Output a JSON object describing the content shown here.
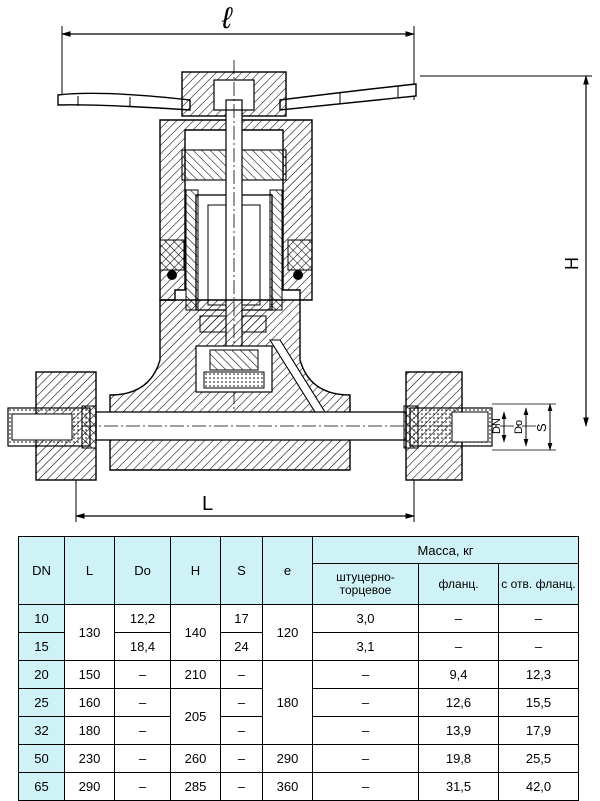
{
  "drawing": {
    "labels": {
      "width_dim": "ℓ",
      "length_dim": "L",
      "height_dim": "H",
      "dn_dim": "DN",
      "do_dim": "Do",
      "s_dim": "S"
    },
    "colors": {
      "line": "#000000",
      "hatch": "#000000",
      "background": "#ffffff",
      "header_fill": "#cff2f7"
    }
  },
  "table": {
    "headers": {
      "dn": "DN",
      "l": "L",
      "do": "Do",
      "h": "H",
      "s": "S",
      "e": "e",
      "mass": "Масса, кг",
      "mass_sub1": "штуцерно-торцевое",
      "mass_sub2": "фланц.",
      "mass_sub3": "с отв. фланц."
    },
    "rows": [
      {
        "dn": "10",
        "l": "130",
        "do": "12,2",
        "h": "140",
        "s": "17",
        "e": "120",
        "m1": "3,0",
        "m2": "–",
        "m3": "–"
      },
      {
        "dn": "15",
        "l": "",
        "do": "18,4",
        "h": "",
        "s": "24",
        "e": "",
        "m1": "3,1",
        "m2": "–",
        "m3": "–"
      },
      {
        "dn": "20",
        "l": "150",
        "do": "–",
        "h": "210",
        "s": "–",
        "e": "",
        "m1": "–",
        "m2": "9,4",
        "m3": "12,3"
      },
      {
        "dn": "25",
        "l": "160",
        "do": "–",
        "h": "205",
        "s": "–",
        "e": "180",
        "m1": "–",
        "m2": "12,6",
        "m3": "15,5"
      },
      {
        "dn": "32",
        "l": "180",
        "do": "–",
        "h": "",
        "s": "–",
        "e": "",
        "m1": "–",
        "m2": "13,9",
        "m3": "17,9"
      },
      {
        "dn": "50",
        "l": "230",
        "do": "–",
        "h": "260",
        "s": "–",
        "e": "290",
        "m1": "–",
        "m2": "19,8",
        "m3": "25,5"
      },
      {
        "dn": "65",
        "l": "290",
        "do": "–",
        "h": "285",
        "s": "–",
        "e": "360",
        "m1": "–",
        "m2": "31,5",
        "m3": "42,0"
      }
    ]
  }
}
